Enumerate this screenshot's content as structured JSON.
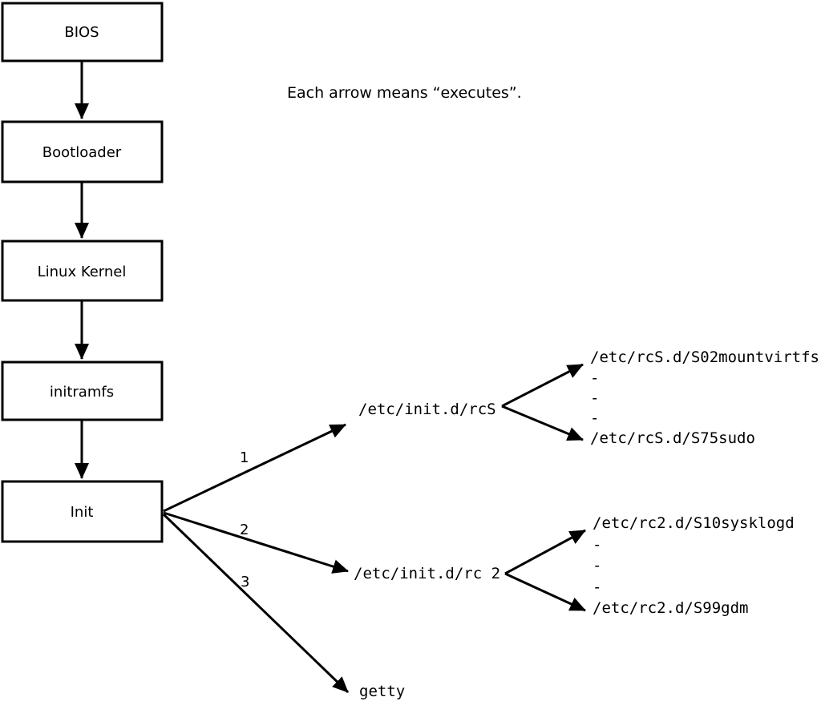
{
  "caption": "Each arrow means “executes”.",
  "boxes": [
    {
      "label": "BIOS"
    },
    {
      "label": "Bootloader"
    },
    {
      "label": "Linux Kernel"
    },
    {
      "label": "initramfs"
    },
    {
      "label": "Init"
    }
  ],
  "fanout": [
    {
      "order": "1",
      "target": "/etc/init.d/rcS"
    },
    {
      "order": "2",
      "target": "/etc/init.d/rc 2"
    },
    {
      "order": "3",
      "target": "getty"
    }
  ],
  "branches": [
    {
      "parent": "/etc/init.d/rcS",
      "children": [
        "/etc/rcS.d/S02mountvirtfs",
        "-",
        "-",
        "-",
        "/etc/rcS.d/S75sudo"
      ]
    },
    {
      "parent": "/etc/init.d/rc 2",
      "children": [
        "/etc/rc2.d/S10sysklogd",
        "-",
        "-",
        "-",
        "/etc/rc2.d/S99gdm"
      ]
    }
  ],
  "colors": {
    "line": "#000000",
    "background": "#ffffff",
    "box_fill": "#ffffff"
  }
}
